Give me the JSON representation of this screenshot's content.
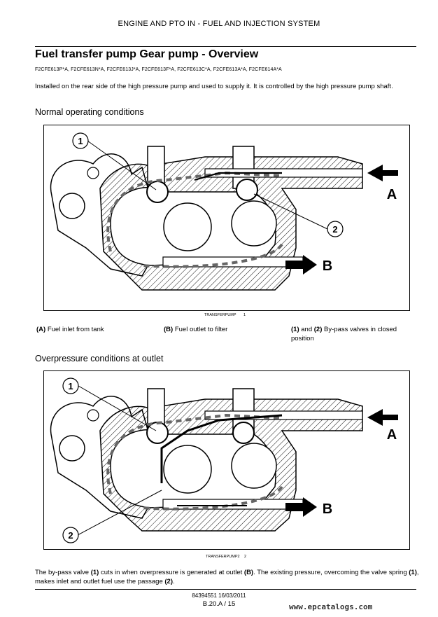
{
  "header": "ENGINE AND PTO IN - FUEL AND INJECTION SYSTEM",
  "title": "Fuel transfer pump Gear pump - Overview",
  "codes": "F2CFE613P*A, F2CFE613N*A, F2CFE613J*A, F2CFE613F*A, F2CFE613C*A, F2CFE613A*A, F2CFE614A*A",
  "intro": "Installed on the rear side of the high pressure pump and used to supply it. It is controlled by the high pressure pump shaft.",
  "section1": {
    "heading": "Normal operating conditions",
    "figure_label": "TRANSFERPUMP",
    "figure_number": "1",
    "callouts": [
      "1",
      "2"
    ],
    "labels": [
      "A",
      "B"
    ],
    "captions": [
      {
        "key": "(A)",
        "text": " Fuel inlet from tank"
      },
      {
        "key": "(B)",
        "text": " Fuel outlet to filter"
      },
      {
        "key": "(1)",
        "mid": " and ",
        "key2": "(2)",
        "text": " By-pass valves in closed position"
      }
    ]
  },
  "section2": {
    "heading": "Overpressure conditions at outlet",
    "figure_label": "TRANSFERPUMP2",
    "figure_number": "2",
    "callouts": [
      "1",
      "2"
    ],
    "labels": [
      "A",
      "B"
    ]
  },
  "paragraph": {
    "p1": "The by-pass valve ",
    "b1": "(1)",
    "p2": " cuts in when overpressure is generated at outlet ",
    "b2": "(B)",
    "p3": ". The existing pressure, overcoming the valve spring ",
    "b3": "(1)",
    "p4": ", makes inlet and outlet fuel use the passage ",
    "b4": "(2)",
    "p5": "."
  },
  "footer": {
    "doc": "84394551 16/03/2011",
    "page": "B.20.A / 15",
    "website": "www.epcatalogs.com"
  }
}
